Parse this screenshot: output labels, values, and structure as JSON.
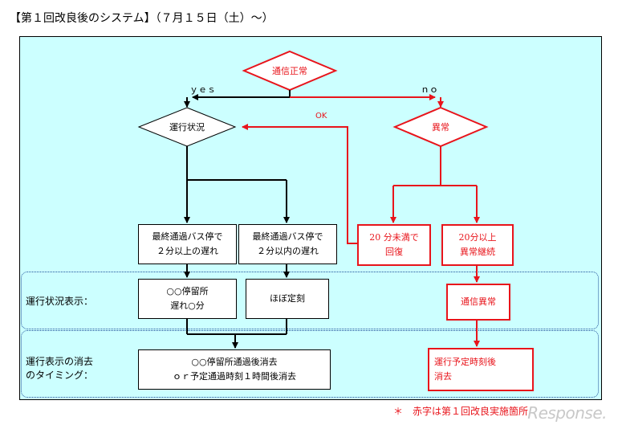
{
  "title": "【第１回改良後のシステム】（７月１５日（土）〜）",
  "decisions": {
    "comm_normal": "通信正常",
    "operation_status": "運行状況",
    "abnormal": "異常"
  },
  "branch_labels": {
    "yes": "ｙｅｓ",
    "no": "ｎｏ",
    "ok": "OK"
  },
  "boxes": {
    "late_2min_plus_1": "最終通過バス停で",
    "late_2min_plus_2": "２分以上の遅れ",
    "late_2min_within_1": "最終通過バス停で",
    "late_2min_within_2": "２分以内の遅れ",
    "under20_1": "20 分未満で",
    "under20_2": "回復",
    "over20_1": "20分以上",
    "over20_2": "異常継続",
    "stop_delay_1": "○○停留所",
    "stop_delay_2": "遅れ○分",
    "on_time": "ほぼ定刻",
    "comm_abnormal": "通信異常",
    "clear_1": "○○停留所通過後消去",
    "clear_2": "ｏｒ予定通過時刻１時間後消去",
    "sched_clear_1": "運行予定時刻後",
    "sched_clear_2": "消去"
  },
  "zones": {
    "display_label": "運行状況表示：",
    "clear_label_1": "運行表示の消去",
    "clear_label_2": "のタイミング："
  },
  "footnote": "＊　赤字は第１回改良実施箇所",
  "watermark": "Response.",
  "colors": {
    "red": "#e8141b",
    "bg": "#ccffff",
    "zone_border": "#1f4e9a"
  }
}
